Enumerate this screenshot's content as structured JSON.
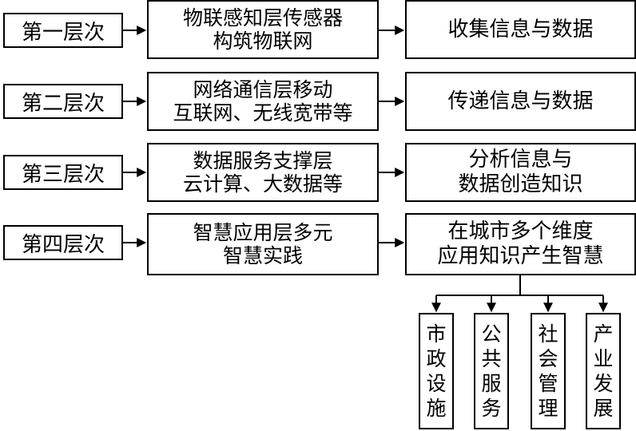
{
  "rows": [
    {
      "level": "第一层次",
      "desc": [
        "物联感知层传感器",
        "构筑物联网"
      ],
      "result": [
        "收集信息与数据"
      ]
    },
    {
      "level": "第二层次",
      "desc": [
        "网络通信层移动",
        "互联网、无线宽带等"
      ],
      "result": [
        "传递信息与数据"
      ]
    },
    {
      "level": "第三层次",
      "desc": [
        "数据服务支撑层",
        "云计算、大数据等"
      ],
      "result": [
        "分析信息与",
        "数据创造知识"
      ]
    },
    {
      "level": "第四层次",
      "desc": [
        "智慧应用层多元",
        "智慧实践"
      ],
      "result": [
        "在城市多个维度",
        "应用知识产生智慧"
      ]
    }
  ],
  "domains": [
    {
      "chars": [
        "市",
        "政",
        "设",
        "施"
      ]
    },
    {
      "chars": [
        "公",
        "共",
        "服",
        "务"
      ]
    },
    {
      "chars": [
        "社",
        "会",
        "管",
        "理"
      ]
    },
    {
      "chars": [
        "产",
        "业",
        "发",
        "展"
      ]
    }
  ]
}
